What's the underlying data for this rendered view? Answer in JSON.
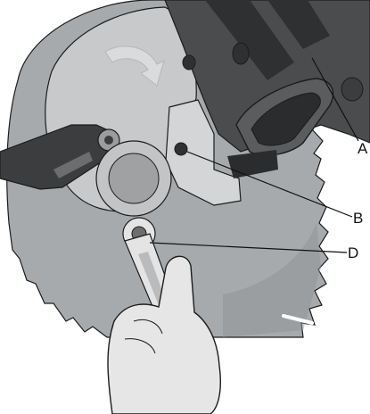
{
  "figure": {
    "callouts": [
      {
        "id": "A",
        "label": "A"
      },
      {
        "id": "B",
        "label": "B"
      },
      {
        "id": "D",
        "label": "D"
      }
    ]
  },
  "colors": {
    "blade": "#a7aaac",
    "blade_shadow": "#8f9294",
    "guard": "#c7c9ca",
    "housing": "#4a4c4e",
    "housing_dark": "#2e3032",
    "arm": "#3b3d3f",
    "outline": "#1c1c1c",
    "hand": "#e6e6e6"
  }
}
